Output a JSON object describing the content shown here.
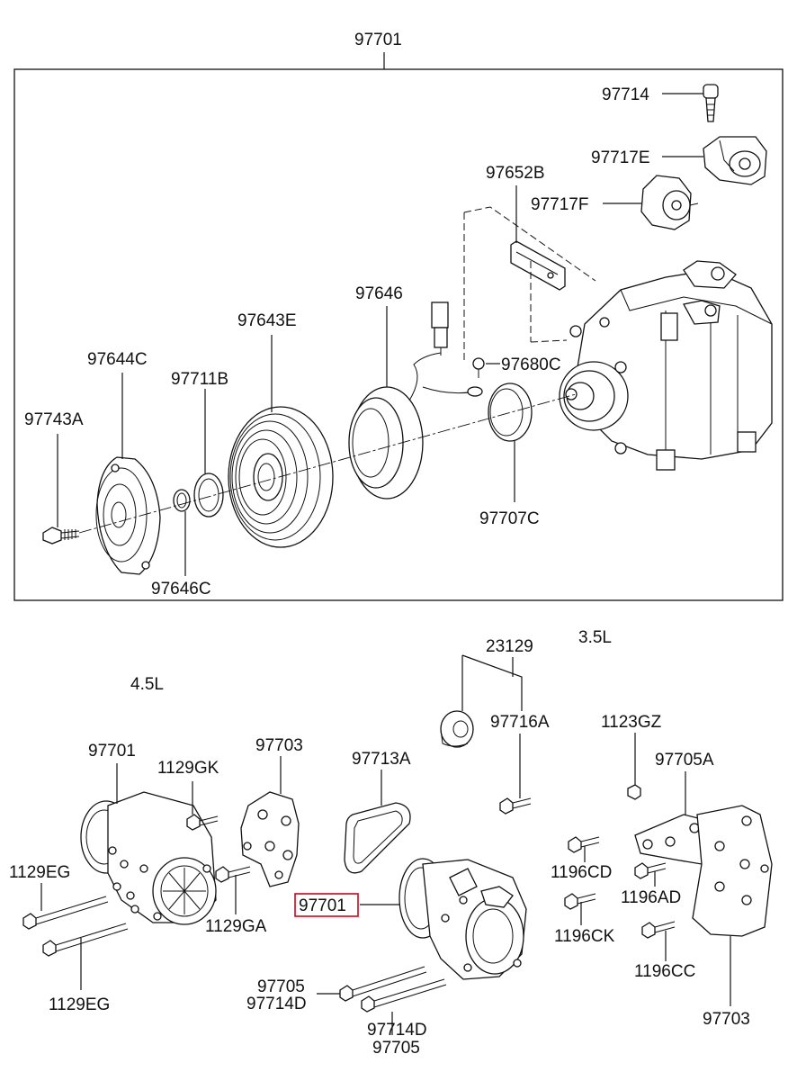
{
  "highlight_color": "#d0021b",
  "labels": {
    "top_assembly": "97701",
    "bolt_97714": "97714",
    "valve_97717E": "97717E",
    "bracket_97652B": "97652B",
    "valve_97717F": "97717F",
    "coil_97646": "97646",
    "pulley_97643E": "97643E",
    "screw_97680C": "97680C",
    "hub_97644C": "97644C",
    "ring_97711B": "97711B",
    "bolt_97743A": "97743A",
    "shim_97646C": "97646C",
    "seal_97707C": "97707C",
    "engine_35": "3.5L",
    "engine_45": "4.5L",
    "idler_23129": "23129",
    "bolt_97716A": "97716A",
    "bolt_1123GZ": "1123GZ",
    "comp_45": "97701",
    "bolt_1129GK": "1129GK",
    "bracket_97703_left": "97703",
    "belt_97713A": "97713A",
    "bracket_97705A": "97705A",
    "bolt_1129EG_top": "1129EG",
    "comp_35_selected": "97701",
    "bolt_1196CD": "1196CD",
    "bolt_1129GA": "1129GA",
    "bolt_1196AD": "1196AD",
    "bolt_1196CK": "1196CK",
    "bolt_1196CC": "1196CC",
    "bolt_1129EG_bottom": "1129EG",
    "bolt_97705_a": "97705",
    "bolt_97714D_a": "97714D",
    "bracket_97703_right": "97703",
    "bolt_97714D_b": "97714D",
    "bolt_97705_b": "97705"
  }
}
